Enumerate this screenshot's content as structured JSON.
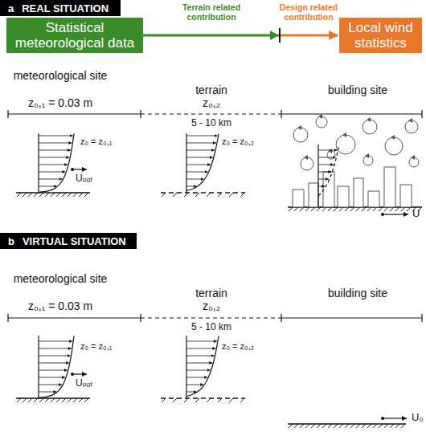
{
  "diagram": {
    "nodes": [
      {
        "text": [
          "a",
          "REAL SITUATION"
        ]
      },
      {
        "text": [
          "Statistical meteorological data"
        ]
      },
      {
        "text": [
          "Local wind statistics"
        ]
      },
      {
        "text": [
          "b",
          "VIRTUAL SITUATION"
        ]
      }
    ],
    "edges": [
      {
        "from": 1,
        "to": 2,
        "arrow": "to",
        "label": "Terrain related contribution"
      }
    ],
    "labels": [
      "Design related contribution",
      "meteorological site",
      "z₀,₁ = 0.03 m",
      "terrain",
      "z₀,₂",
      "building site",
      "5 - 10 km",
      "z₀ = z₀,₁",
      "Uₚₒₜ",
      "z₀ = z₀,₂",
      "U",
      "meteorological site",
      "z₀,₁ = 0.03 m",
      "terrain",
      "z₀,₂",
      "building site",
      "5 - 10 km",
      "z₀ = z₀,₁",
      "Uₚₒₜ",
      "z₀ = z₀,₂",
      "U₀"
    ]
  }
}
